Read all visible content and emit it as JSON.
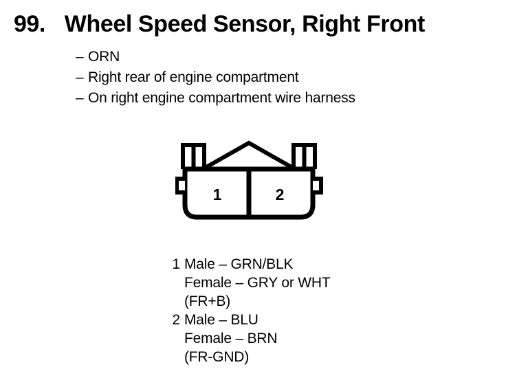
{
  "header": {
    "entry_number": "99.",
    "title": "Wheel Speed Sensor, Right Front",
    "details": [
      {
        "dash": "–",
        "text": "ORN"
      },
      {
        "dash": "–",
        "text": "Right rear of engine compartment"
      },
      {
        "dash": "–",
        "text": "On right engine compartment wire harness"
      }
    ]
  },
  "connector": {
    "cavity_labels": [
      "1",
      "2"
    ],
    "stroke_color": "#000000",
    "fill_color": "#ffffff"
  },
  "pin_legend": [
    {
      "pin": "1",
      "lines": [
        "Male – GRN/BLK",
        "Female – GRY or WHT",
        "(FR+B)"
      ]
    },
    {
      "pin": "2",
      "lines": [
        "Male – BLU",
        "Female – BRN",
        "(FR-GND)"
      ]
    }
  ]
}
